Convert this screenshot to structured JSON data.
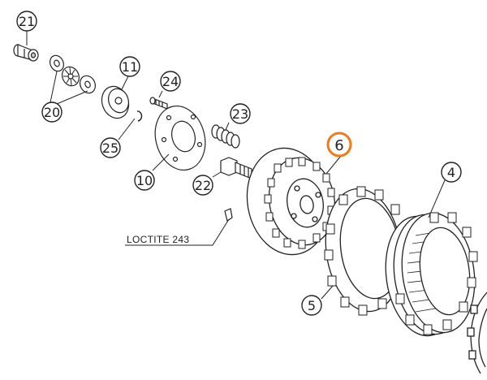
{
  "diagram": {
    "highlight_color": "#f07a1e",
    "line_color": "#222222",
    "part_fill": "#ffffff",
    "highlighted_callout": "6",
    "callouts": [
      {
        "id": "c21",
        "label": "21"
      },
      {
        "id": "c11",
        "label": "11"
      },
      {
        "id": "c20",
        "label": "20"
      },
      {
        "id": "c24",
        "label": "24"
      },
      {
        "id": "c25",
        "label": "25"
      },
      {
        "id": "c23",
        "label": "23"
      },
      {
        "id": "c10",
        "label": "10"
      },
      {
        "id": "c22",
        "label": "22"
      },
      {
        "id": "c6",
        "label": "6"
      },
      {
        "id": "c4",
        "label": "4"
      },
      {
        "id": "c5",
        "label": "5"
      }
    ],
    "annotation": "LOCTITE 243"
  }
}
